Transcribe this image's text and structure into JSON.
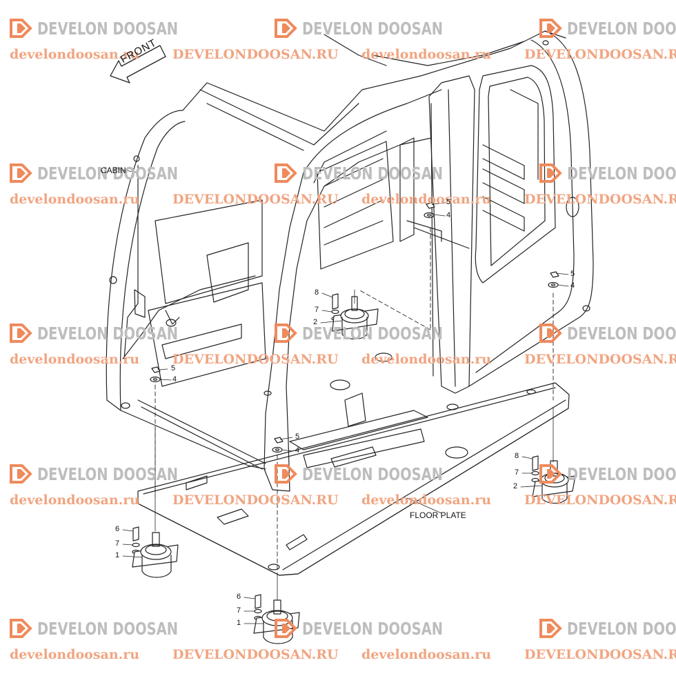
{
  "watermark": {
    "brand": "DEVELON DOOSAN",
    "url_lower": "develondoosan.ru",
    "url_upper": "DEVELONDOOSAN.RU",
    "brand_color": "#bdbdbd",
    "mark_color": "#ef8a5c",
    "url_color": "#f0a582"
  },
  "labels": {
    "front": "FRONT",
    "cabin": "CABIN",
    "floor_plate": "FLOOR PLATE"
  },
  "callouts": {
    "c1": "1",
    "c2": "2",
    "c4": "4",
    "c5": "5",
    "c6": "6",
    "c7": "7",
    "c8": "8"
  }
}
